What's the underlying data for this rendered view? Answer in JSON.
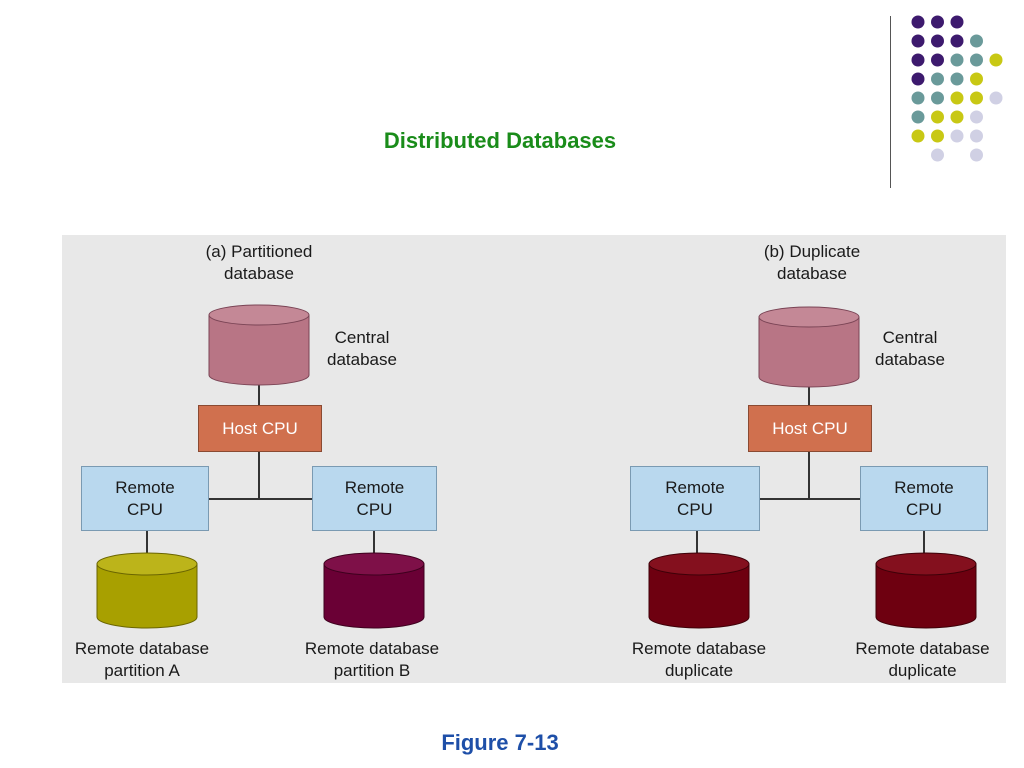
{
  "slide": {
    "title": "Distributed Databases",
    "caption": "Figure 7-13"
  },
  "diagram_a": {
    "heading_line1": "(a) Partitioned",
    "heading_line2": "database",
    "central_line1": "Central",
    "central_line2": "database",
    "host": "Host CPU",
    "remote_left_line1": "Remote",
    "remote_left_line2": "CPU",
    "remote_right_line1": "Remote",
    "remote_right_line2": "CPU",
    "db_left_line1": "Remote database",
    "db_left_line2": "partition A",
    "db_right_line1": "Remote database",
    "db_right_line2": "partition B"
  },
  "diagram_b": {
    "heading_line1": "(b) Duplicate",
    "heading_line2": "database",
    "central_line1": "Central",
    "central_line2": "database",
    "host": "Host CPU",
    "remote_left_line1": "Remote",
    "remote_left_line2": "CPU",
    "remote_right_line1": "Remote",
    "remote_right_line2": "CPU",
    "db_left_line1": "Remote database",
    "db_left_line2": "duplicate",
    "db_right_line1": "Remote database",
    "db_right_line2": "duplicate"
  },
  "colors": {
    "title": "#1a8c1a",
    "caption": "#1e4fa8",
    "central_db": "#b87585",
    "partition_a": "#a8a000",
    "partition_b": "#6a0035",
    "duplicate_db": "#6e0010",
    "host_cpu": "#d0704e",
    "remote_cpu": "#b9d8ee",
    "dot_purple": "#3d1a6e",
    "dot_teal": "#6a9a9a",
    "dot_yellow": "#c8c814",
    "dot_lavender": "#d0d0e4"
  }
}
